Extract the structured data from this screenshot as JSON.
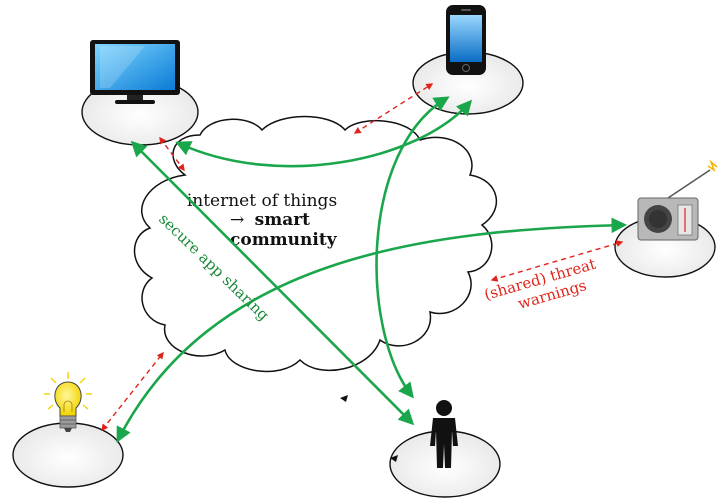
{
  "cloud": {
    "line1": "internet of things",
    "line2_arrow": "→",
    "line2_bold": "smart",
    "line3_bold": "community"
  },
  "labels": {
    "secure_app_sharing": "secure app sharing",
    "threat_line1": "(shared) threat",
    "threat_line2": "warnings"
  },
  "colors": {
    "green": "#1aa64a",
    "red": "#e0241b",
    "platform": "#ececec"
  },
  "devices": [
    "monitor-icon",
    "smartphone-icon",
    "radio-icon",
    "lightbulb-icon",
    "person-icon"
  ]
}
